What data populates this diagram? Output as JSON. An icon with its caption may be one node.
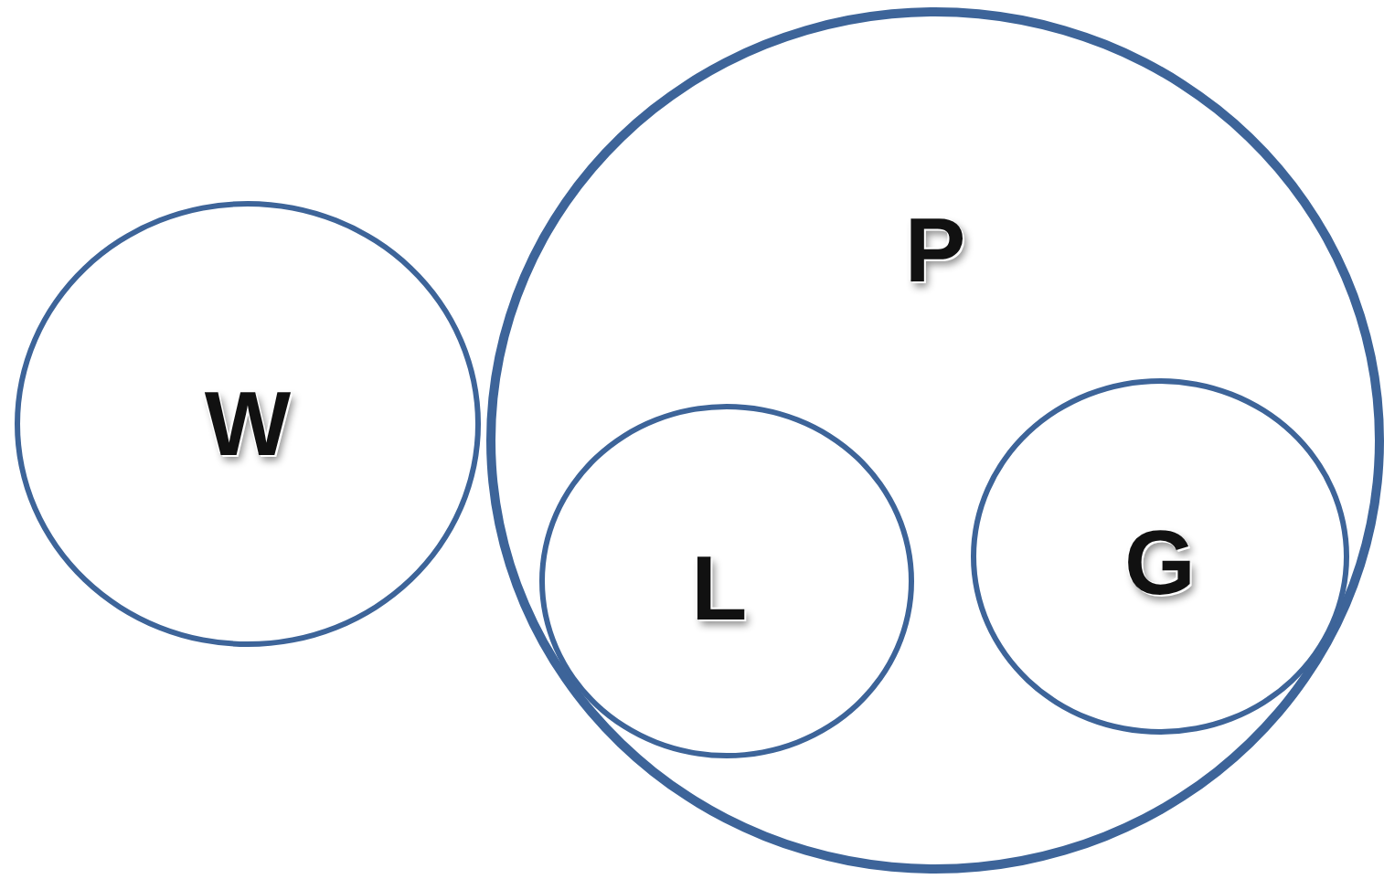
{
  "diagram": {
    "nodes": [
      {
        "text": [
          "W"
        ]
      },
      {
        "text": [
          "P"
        ]
      },
      {
        "text": [
          "L"
        ],
        "in": 1
      },
      {
        "text": [
          "G"
        ],
        "in": 1
      }
    ]
  }
}
